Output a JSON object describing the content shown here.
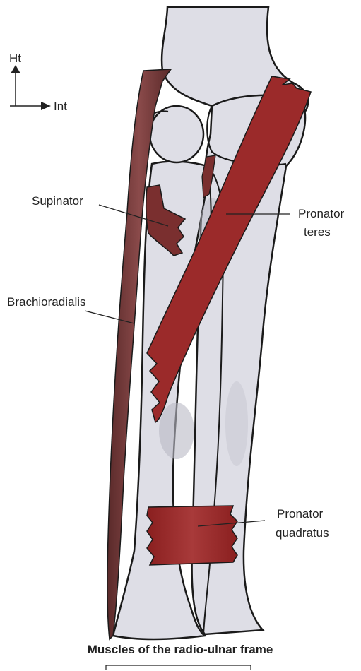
{
  "orientation": {
    "up_label": "Ht",
    "right_label": "Int"
  },
  "labels": {
    "supinator": "Supinator",
    "pronator_teres_line1": "Pronator",
    "pronator_teres_line2": "teres",
    "brachioradialis": "Brachioradialis",
    "pronator_quadratus_line1": "Pronator",
    "pronator_quadratus_line2": "quadratus"
  },
  "caption": "Muscles of the radio-ulnar frame",
  "colors": {
    "bone_fill": "#dedee6",
    "bone_outline": "#1a1a1a",
    "muscle_red": "#9b2a2a",
    "muscle_brown": "#6e3838"
  }
}
